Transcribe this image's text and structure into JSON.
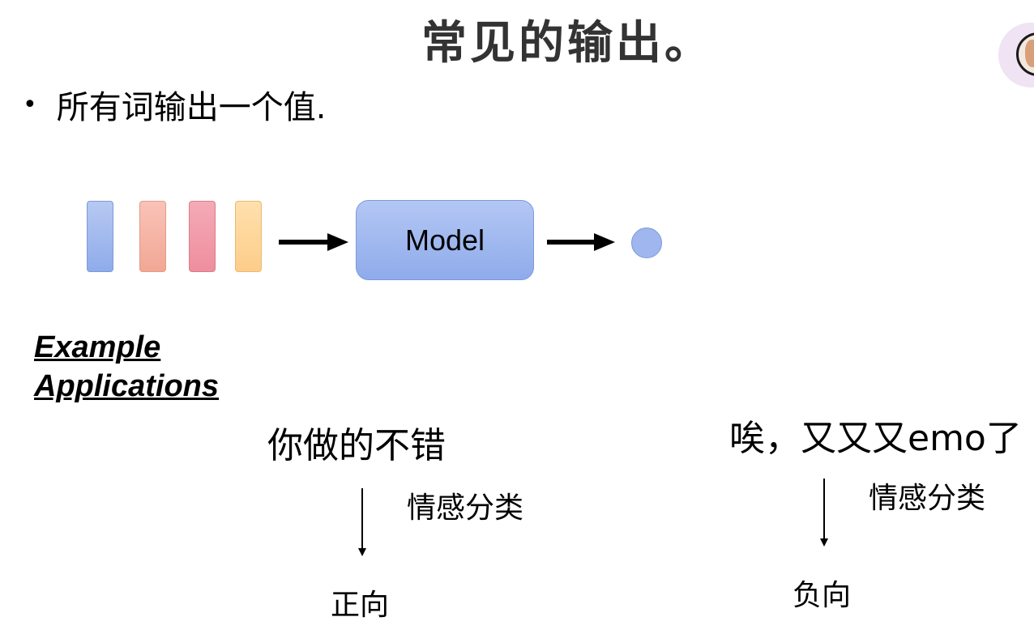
{
  "slide": {
    "title": "常见的输出。",
    "bullet": "所有词输出一个值.",
    "diagram": {
      "model_label": "Model"
    },
    "examples": {
      "heading_line1": "Example",
      "heading_line2": "Applications",
      "left": {
        "sentence": "你做的不错",
        "task": "情感分类",
        "result": "正向"
      },
      "right": {
        "sentence": "唉，又又又emo了",
        "task": "情感分类",
        "result": "负向"
      }
    }
  }
}
